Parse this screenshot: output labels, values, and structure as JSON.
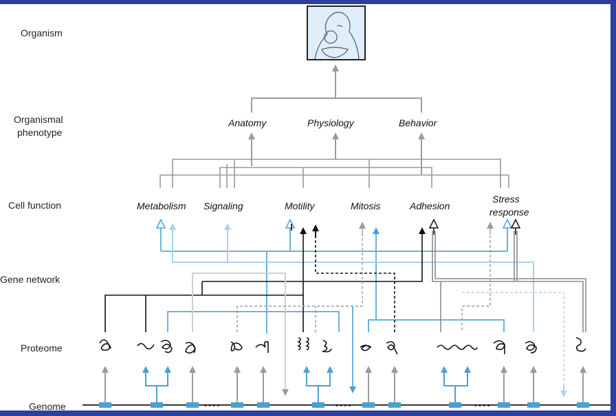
{
  "levels": {
    "organism": "Organism",
    "organismal_phenotype": [
      "Organismal",
      "phenotype"
    ],
    "cell_function": "Cell function",
    "gene_network": "Gene network",
    "proteome": "Proteome",
    "genome": "Genome"
  },
  "phenotypes": [
    "Anatomy",
    "Physiology",
    "Behavior"
  ],
  "cell_functions": {
    "metabolism": "Metabolism",
    "signaling": "Signaling",
    "motility": "Motility",
    "mitosis": "Mitosis",
    "adhesion": "Adhesion",
    "stress_response": [
      "Stress",
      "response"
    ]
  },
  "genome_gap": "• • • •",
  "colors": {
    "gray": "#9a9a9a",
    "blue": "#6ab2dd",
    "light_blue": "#a8d4ee",
    "black": "#111111",
    "gene_box": "#4aa0d6",
    "background": "#2b3f9e"
  },
  "organism_image": "mother-and-child-illustration"
}
